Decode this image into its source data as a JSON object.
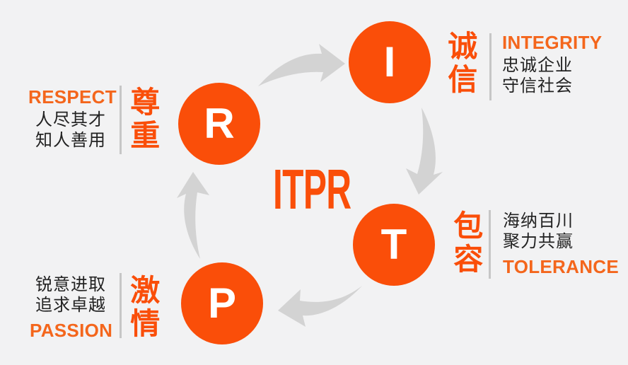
{
  "colors": {
    "background": "#F2F2F3",
    "orange": "#FA4E09",
    "orangeText": "#F4661C",
    "arrow": "#D3D3D3",
    "divider": "#C6C6C6",
    "dark": "#222222",
    "circleLetter": "#FFFFFF"
  },
  "center": {
    "title": "ITPR"
  },
  "nodes": {
    "integrity": {
      "letter": "I",
      "cn": "诚信",
      "en": "INTEGRITY",
      "line1": "忠诚企业",
      "line2": "守信社会"
    },
    "tolerance": {
      "letter": "T",
      "cn": "包容",
      "en": "TOLERANCE",
      "line1": "海纳百川",
      "line2": "聚力共赢"
    },
    "passion": {
      "letter": "P",
      "cn": "激情",
      "en": "PASSION",
      "line1": "锐意进取",
      "line2": "追求卓越"
    },
    "respect": {
      "letter": "R",
      "cn": "尊重",
      "en": "RESPECT",
      "line1": "人尽其才",
      "line2": "知人善用"
    }
  },
  "icons": {
    "flow_arrows": [
      "curved-arrow-r-to-i",
      "curved-arrow-i-to-t",
      "curved-arrow-t-to-p",
      "curved-arrow-p-to-r"
    ]
  }
}
